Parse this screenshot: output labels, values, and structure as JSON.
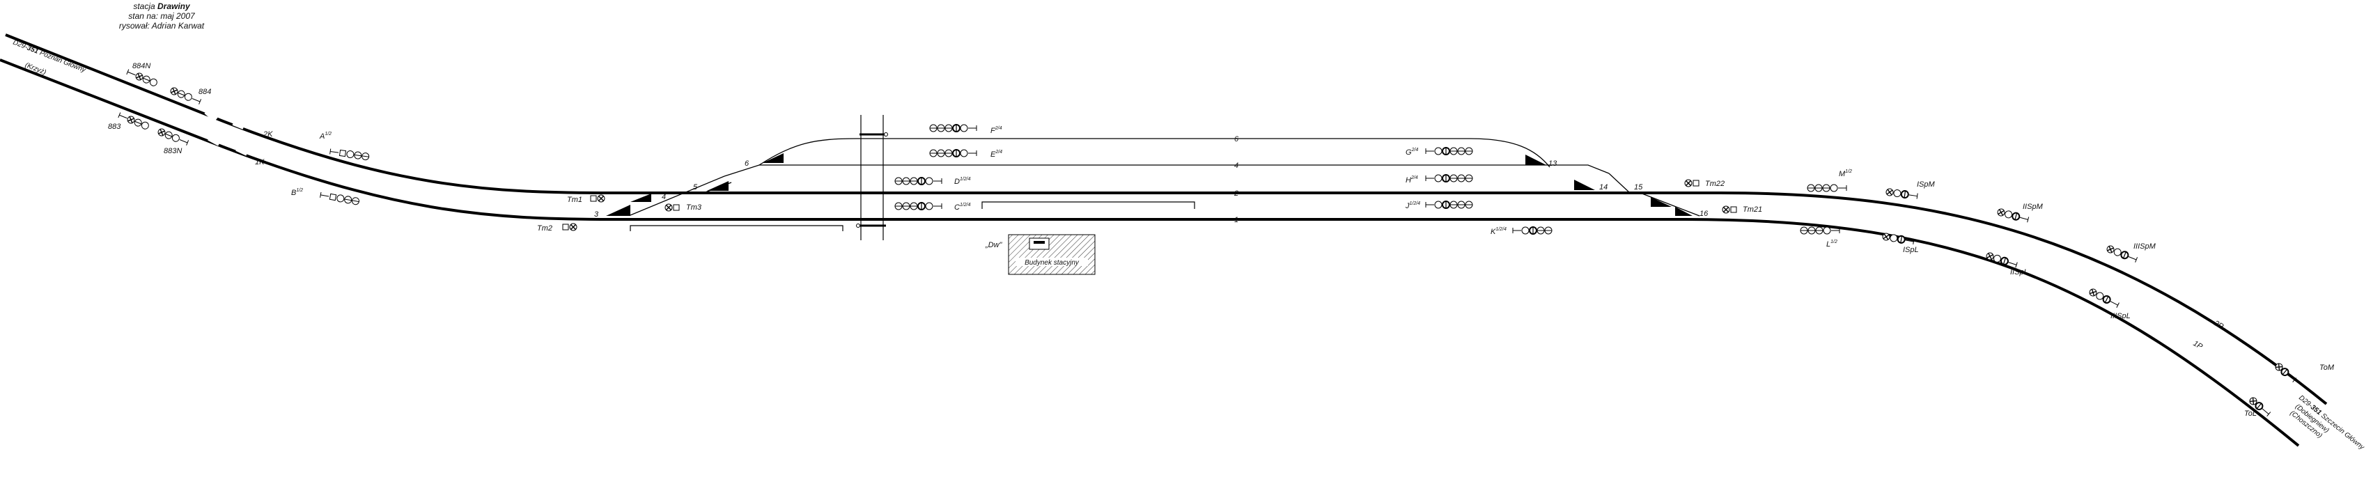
{
  "header": {
    "line1_prefix": "stacja ",
    "station_name": "Drawiny",
    "line2": "stan na: maj 2007",
    "line3": "rysował: Adrian Karwat"
  },
  "directions": {
    "west_prefix": "D29-",
    "west_number": "351",
    "west_name": "Poznań Główny",
    "west_sub": "(Krzyż)",
    "east_prefix": "D29-",
    "east_number": "351",
    "east_name": "Szczecin Główny",
    "east_sub1": "(Dobiegniew)",
    "east_sub2": "(Choszczno)"
  },
  "tracks": {
    "t1": "1",
    "t2": "2",
    "t4": "4",
    "t6": "6",
    "t2K": "2K",
    "t1K": "1K",
    "t2P": "2P",
    "t1P": "1P"
  },
  "switches": {
    "s3": "3",
    "s4": "4",
    "s5": "5",
    "s6": "6",
    "s13": "13",
    "s14": "14",
    "s15": "15",
    "s16": "16"
  },
  "signals": {
    "s884N": "884N",
    "s884": "884",
    "s883": "883",
    "s883N": "883N",
    "A": "A",
    "A_sup": "1/2",
    "B": "B",
    "B_sup": "1/2",
    "F": "F",
    "F_sup": "2/4",
    "E": "E",
    "E_sup": "2/4",
    "D": "D",
    "D_sup": "1/2/4",
    "C": "C",
    "C_sup": "1/2/4",
    "G": "G",
    "G_sup": "2/4",
    "H": "H",
    "H_sup": "2/4",
    "J": "J",
    "J_sup": "1/2/4",
    "K": "K",
    "K_sup": "1/2/4",
    "M": "M",
    "M_sup": "1/2",
    "L": "L",
    "L_sup": "1/2",
    "ISpM": "ISpM",
    "IISpM": "IISpM",
    "IIISpM": "IIISpM",
    "ISpL": "ISpL",
    "IISpL": "IISpL",
    "IIISpL": "IIISpL",
    "ToM": "ToM",
    "ToL": "ToL"
  },
  "shunt": {
    "Tm1": "Tm1",
    "Tm2": "Tm2",
    "Tm3": "Tm3",
    "Tm21": "Tm21",
    "Tm22": "Tm22"
  },
  "buildings": {
    "station_building": "Budynek stacyjny",
    "dw": "„Dw\""
  }
}
